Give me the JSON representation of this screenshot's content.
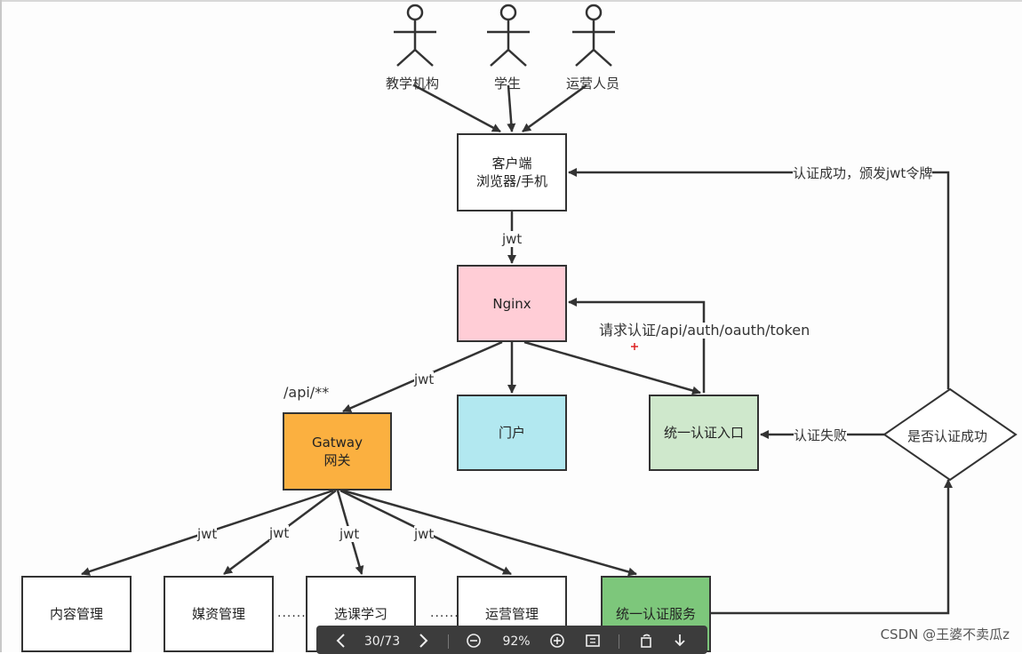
{
  "actors": [
    {
      "id": "actor-jiaoxue",
      "label": "教学机构"
    },
    {
      "id": "actor-xuesheng",
      "label": "学生"
    },
    {
      "id": "actor-yunying",
      "label": "运营人员"
    }
  ],
  "nodes": {
    "client": {
      "line1": "客户端",
      "line2": "浏览器/手机"
    },
    "nginx": {
      "line1": "Nginx"
    },
    "gateway": {
      "line1": "Gatway",
      "line2": "网关"
    },
    "portal": {
      "line1": "门户"
    },
    "auth_entry": {
      "line1": "统一认证入口"
    },
    "decision": {
      "line1": "是否认证成功"
    },
    "content": {
      "line1": "内容管理"
    },
    "media": {
      "line1": "媒资管理"
    },
    "course": {
      "line1": "选课学习"
    },
    "ops": {
      "line1": "运营管理"
    },
    "auth_service": {
      "line1": "统一认证服务"
    }
  },
  "edge_labels": {
    "client_nginx": "jwt",
    "nginx_gateway": "jwt",
    "auth_request": "请求认证/api/auth/oauth/token",
    "auth_success": "认证成功，颁发jwt令牌",
    "auth_fail": "认证失败",
    "gw_content": "jwt",
    "gw_media": "jwt",
    "gw_course": "jwt",
    "gw_ops": "jwt"
  },
  "path_label": "/api/**",
  "ellipsis": [
    "......",
    "......"
  ],
  "colors": {
    "nginx": "#ffcdd6",
    "gateway": "#fbb040",
    "portal": "#b2e8f0",
    "auth_entry": "#cfe8cc",
    "auth_service": "#7dc77b",
    "line": "#333333"
  },
  "toolbar": {
    "prev_icon": "chevron-left-icon",
    "page": "30/73",
    "next_icon": "chevron-right-icon",
    "zoom_out_icon": "zoom-out-icon",
    "zoom": "92%",
    "zoom_in_icon": "zoom-in-icon",
    "fit_icon": "fit-page-icon",
    "rotate_icon": "rotate-icon",
    "download_icon": "download-icon"
  },
  "watermark": "CSDN @王婆不卖瓜z"
}
